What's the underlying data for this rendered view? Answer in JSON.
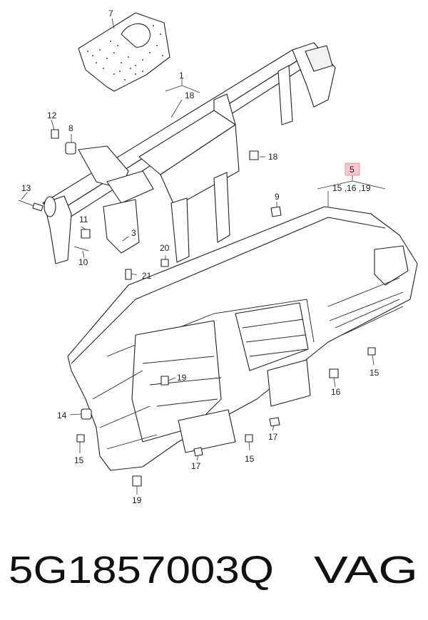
{
  "diagram": {
    "callouts": [
      {
        "id": "c7",
        "text": "7"
      },
      {
        "id": "c1",
        "text": "1"
      },
      {
        "id": "c18a",
        "text": "18"
      },
      {
        "id": "c12",
        "text": "12"
      },
      {
        "id": "c8",
        "text": "8"
      },
      {
        "id": "c18b",
        "text": "18"
      },
      {
        "id": "c5",
        "text": "5",
        "highlight": "#f4c6cf"
      },
      {
        "id": "c15-16-19",
        "text": "15 ,16 ,19"
      },
      {
        "id": "c13",
        "text": "13"
      },
      {
        "id": "c9",
        "text": "9"
      },
      {
        "id": "c11",
        "text": "11"
      },
      {
        "id": "c10",
        "text": "10"
      },
      {
        "id": "c3",
        "text": "3"
      },
      {
        "id": "c20",
        "text": "20"
      },
      {
        "id": "c21",
        "text": "21"
      },
      {
        "id": "c15a",
        "text": "15"
      },
      {
        "id": "c19a",
        "text": "19"
      },
      {
        "id": "c16",
        "text": "16"
      },
      {
        "id": "c14",
        "text": "14"
      },
      {
        "id": "c17a",
        "text": "17"
      },
      {
        "id": "c15b",
        "text": "15"
      },
      {
        "id": "c15c",
        "text": "15"
      },
      {
        "id": "c17b",
        "text": "17"
      },
      {
        "id": "c19b",
        "text": "19"
      }
    ]
  },
  "footer": {
    "part_number": "5G1857003Q",
    "brand": "VAG"
  }
}
